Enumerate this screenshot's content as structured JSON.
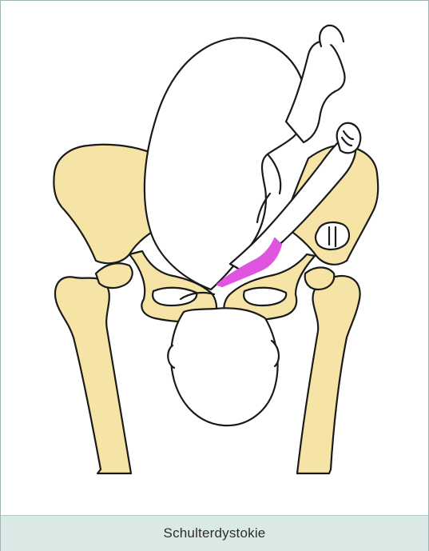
{
  "figure": {
    "caption": "Schulterdystokie"
  },
  "colors": {
    "bone": "#f6e4a6",
    "baby": "#ffffff",
    "outline": "#1a1a1a",
    "highlight": "#e055e0",
    "caption_bg": "#dbe9e6",
    "frame_border": "#9fb3b0"
  },
  "illustration": {
    "subject": "shoulder dystocia drawing",
    "parts": [
      "pelvis",
      "femur-left",
      "femur-right",
      "baby-head",
      "baby-body",
      "baby-arm",
      "baby-leg",
      "impacted-shoulder"
    ]
  }
}
